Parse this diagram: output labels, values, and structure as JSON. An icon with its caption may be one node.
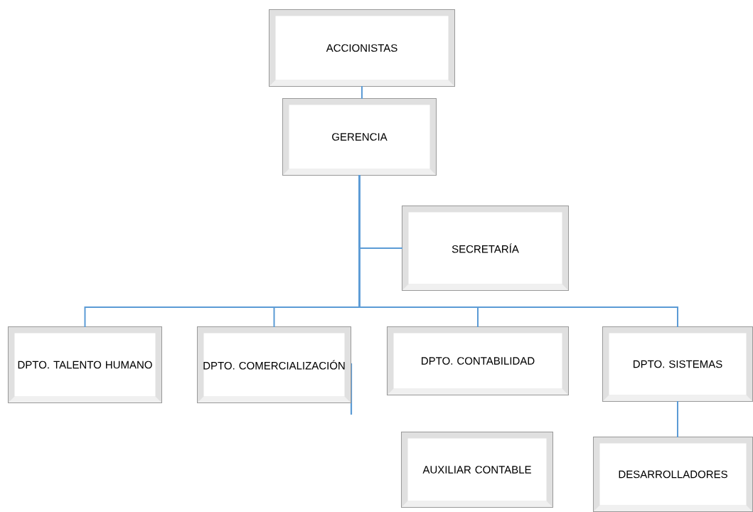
{
  "diagram": {
    "nodes": [
      {
        "text": [
          "ACCIONISTAS"
        ]
      },
      {
        "text": [
          "GERENCIA"
        ]
      },
      {
        "text": [
          "SECRETARÍA"
        ]
      },
      {
        "text": [
          "DPTO. TALENTO HUMANO"
        ]
      },
      {
        "text": [
          "DPTO. COMERCIALIZACIÓN"
        ]
      },
      {
        "text": [
          "DPTO. CONTABILIDAD"
        ]
      },
      {
        "text": [
          "DPTO. SISTEMAS"
        ]
      },
      {
        "text": [
          "AUXILIAR CONTABLE"
        ]
      },
      {
        "text": [
          "DESARROLLADORES"
        ]
      }
    ],
    "edges": [
      {
        "from": 0,
        "to": 1,
        "arrow": "none"
      },
      {
        "from": 1,
        "to": 2,
        "arrow": "none"
      },
      {
        "from": 1,
        "to": 3,
        "arrow": "none"
      },
      {
        "from": 1,
        "to": 4,
        "arrow": "none"
      },
      {
        "from": 1,
        "to": 5,
        "arrow": "none"
      },
      {
        "from": 1,
        "to": 6,
        "arrow": "none"
      },
      {
        "from": 6,
        "to": 8,
        "arrow": "none"
      }
    ]
  }
}
